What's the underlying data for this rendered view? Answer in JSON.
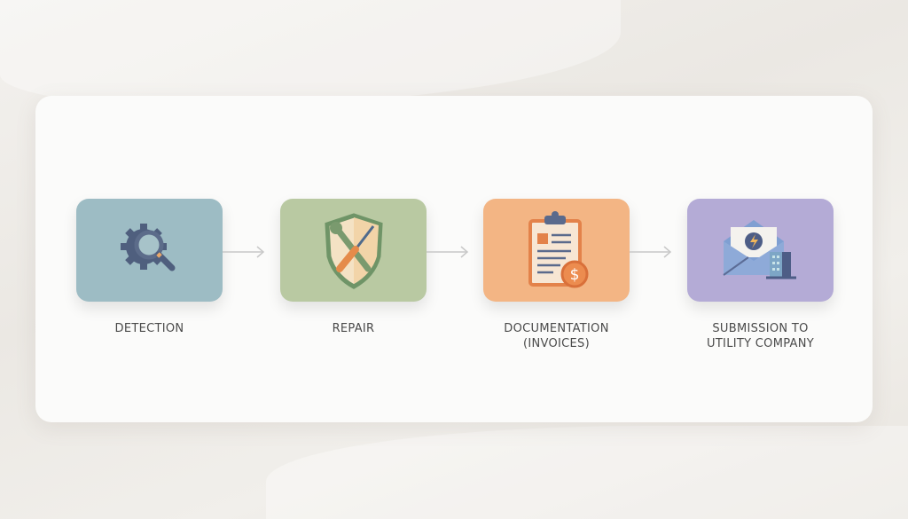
{
  "steps": [
    {
      "label_lines": [
        "DETECTION"
      ],
      "icon": "gear-magnifier-icon",
      "color": "#9dbcc4"
    },
    {
      "label_lines": [
        "REPAIR"
      ],
      "icon": "shield-tools-icon",
      "color": "#b9c9a2"
    },
    {
      "label_lines": [
        "DOCUMENTATION",
        "(INVOICES)"
      ],
      "icon": "clipboard-invoice-icon",
      "color": "#f3b584"
    },
    {
      "label_lines": [
        "SUBMISSION TO",
        "UTILITY COMPANY"
      ],
      "icon": "envelope-utility-icon",
      "color": "#b4abd6"
    }
  ],
  "dollar_symbol": "$"
}
